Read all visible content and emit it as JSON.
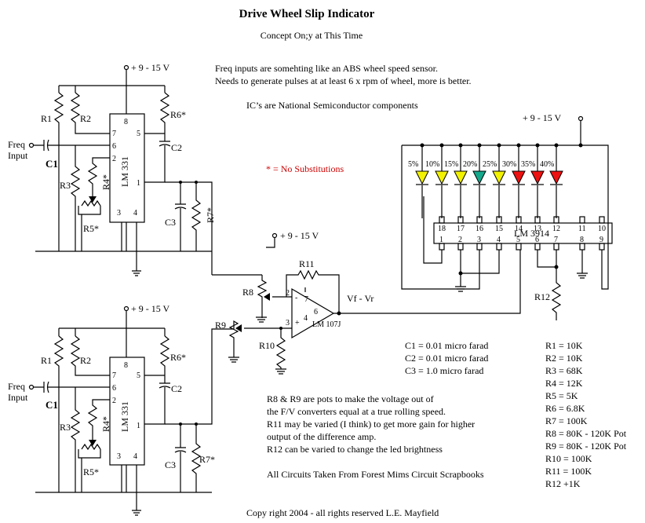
{
  "title": "Drive Wheel Slip Indicator",
  "subtitle": "Concept On;y at This Time",
  "notes": {
    "freq_line1": "Freq inputs are somehting like an ABS wheel speed sensor.",
    "freq_line2": "Needs to generate pulses at at least 6 x rpm of wheel, more is better.",
    "ics": "IC’s are National Semiconductor components",
    "no_subs": "* = No Substitutions"
  },
  "supply": {
    "top_v1": "+ 9 - 15 V",
    "top_v2": "+ 9 - 15 V",
    "amp_v": "+ 9 - 15 V",
    "led_v": "+ 9 - 15 V"
  },
  "converter": {
    "ic": "LM 331",
    "freq_input": [
      "Freq",
      "Input"
    ],
    "c1": "C1",
    "r1": "R1",
    "r2": "R2",
    "r3": "R3",
    "r4": "R4*",
    "r5": "R5*",
    "r6": "R6*",
    "r7": "R7*",
    "c2": "C2",
    "c3": "C3",
    "pins": [
      "8",
      "7",
      "6",
      "2",
      "5",
      "1",
      "3",
      "4"
    ]
  },
  "amp": {
    "name": "LM 107J",
    "r8": "R8",
    "r9": "R9",
    "r10": "R10",
    "r11": "R11",
    "output": "Vf - Vr",
    "pins": [
      "2",
      "7",
      "3",
      "4",
      "6"
    ],
    "minus": "-",
    "plus": "+"
  },
  "bargraph": {
    "ic": "LM 3914",
    "r12": "R12",
    "top_pins": [
      "18",
      "17",
      "16",
      "15",
      "14",
      "13",
      "12",
      "11",
      "10"
    ],
    "bottom_pins": [
      "1",
      "2",
      "3",
      "4",
      "5",
      "6",
      "7",
      "8",
      "9"
    ],
    "leds": [
      {
        "label": "5%",
        "color": "#f2f200"
      },
      {
        "label": "10%",
        "color": "#f2f200"
      },
      {
        "label": "15%",
        "color": "#f2f200"
      },
      {
        "label": "20%",
        "color": "#14a88c"
      },
      {
        "label": "25%",
        "color": "#f2f200"
      },
      {
        "label": "30%",
        "color": "#ee1111"
      },
      {
        "label": "35%",
        "color": "#ee1111"
      },
      {
        "label": "40%",
        "color": "#ee1111"
      }
    ]
  },
  "caps_list": [
    "C1 = 0.01 micro farad",
    "C2 = 0.01 micro farad",
    "C3 = 1.0 micro farad"
  ],
  "resistor_list": [
    "R1 = 10K",
    "R2 = 10K",
    "R3 = 68K",
    "R4 = 12K",
    "R5 = 5K",
    "R6 = 6.8K",
    "R7 = 100K",
    "R8 = 80K - 120K Pot",
    "R9 = 80K - 120K Pot",
    "R10 = 100K",
    "R11 = 100K",
    "R12 +1K"
  ],
  "description": [
    "R8 & R9 are pots to make the voltage out of",
    "the F/V converters equal at a true rolling speed.",
    "R11 may be varied (I think) to get more gain for higher",
    "output of the difference amp.",
    "R12 can be varied to change the led brightness"
  ],
  "credit": "All Circuits Taken From Forest Mims Circuit Scrapbooks",
  "copyright": "Copy right 2004 - all rights reserved  L.E. Mayfield"
}
